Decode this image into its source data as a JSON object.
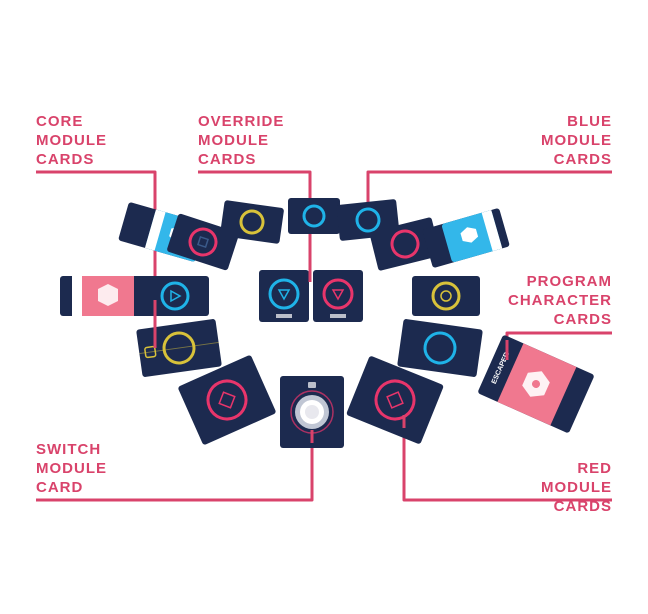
{
  "colors": {
    "accent": "#d9436b",
    "card_dark": "#1c2a4f",
    "card_edge": "#0e1733",
    "ring_blue": "#1fb3e8",
    "ring_pink": "#e8356b",
    "ring_yellow": "#d8c23a",
    "blue_panel": "#33b7ea",
    "pink_panel": "#f0788f"
  },
  "labels": {
    "core": "CORE\nMODULE\nCARDS",
    "override": "OVERRIDE\nMODULE\nCARDS",
    "blue": "BLUE\nMODULE\nCARDS",
    "program": "PROGRAM\nCHARACTER\nCARDS",
    "switch": "SWITCH\nMODULE\nCARD",
    "red": "RED\nMODULE\nCARDS"
  },
  "card_text": {
    "program_card_name": "ESCAPER"
  }
}
